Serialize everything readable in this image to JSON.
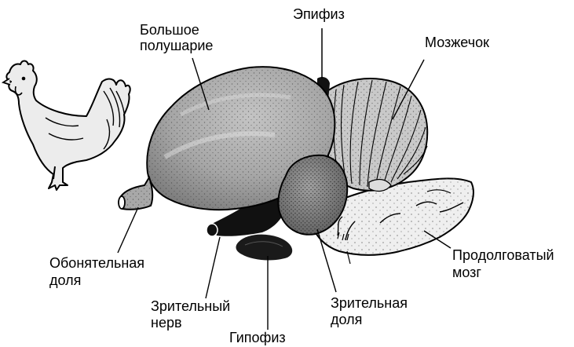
{
  "labels": {
    "epiphysis": "Эпифиз",
    "cerebrum_line1": "Большое",
    "cerebrum_line2": "полушарие",
    "cerebellum": "Мозжечок",
    "olfactory_line1": "Обонятельная",
    "olfactory_line2": "доля",
    "medulla_line1": "Продолговатый",
    "medulla_line2": "мозг",
    "optic_nerve_line1": "Зрительный",
    "optic_nerve_line2": "нерв",
    "optic_lobe_line1": "Зрительная",
    "optic_lobe_line2": "доля",
    "hypophysis": "Гипофиз"
  },
  "icons": {
    "animal": "rooster-icon"
  },
  "colors": {
    "brain_fill": "#a9a9a9",
    "medulla_fill": "#ededed",
    "dark_structures": "#111111",
    "rooster_fill": "#ececec"
  }
}
